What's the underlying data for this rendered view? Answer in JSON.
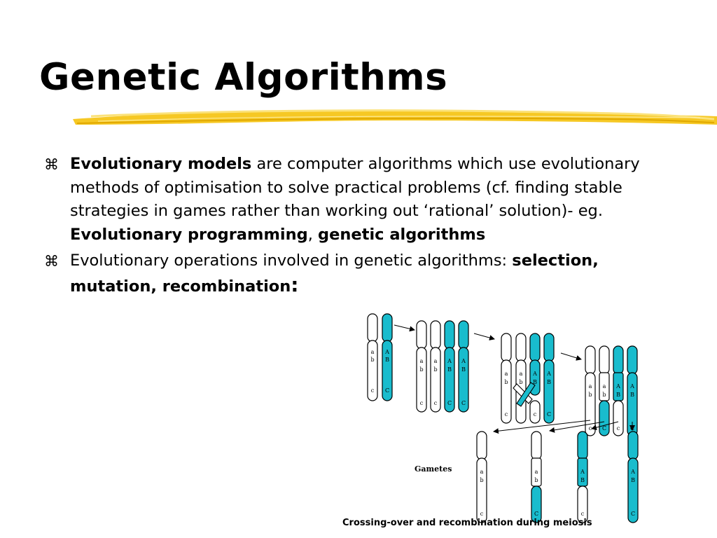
{
  "title": "Genetic Algorithms",
  "accent_color": "#f5c518",
  "bullet_icon": "place-of-interest-sign",
  "bullets": [
    {
      "bold_lead": "Evolutionary models",
      "text_1": " are computer algorithms which use evolutionary methods of optimisation to solve practical problems (cf. finding stable strategies in games rather than working out ‘rational’ solution)- eg. ",
      "bold_2": "Evolutionary programming",
      "sep": ", ",
      "bold_3": "genetic algorithms"
    },
    {
      "text_1": "Evolutionary operations involved in genetic algorithms: ",
      "bold_2": "selection, mutation, recombination",
      "colon": ":"
    }
  ],
  "figure": {
    "chromosome_fill": "#19bccd",
    "gene_labels": {
      "a": "a",
      "b": "b",
      "c": "c",
      "A": "A",
      "B": "B",
      "C": "C"
    },
    "gametes_label": "Gametes",
    "caption": "Crossing-over and recombination  during meiosis"
  }
}
